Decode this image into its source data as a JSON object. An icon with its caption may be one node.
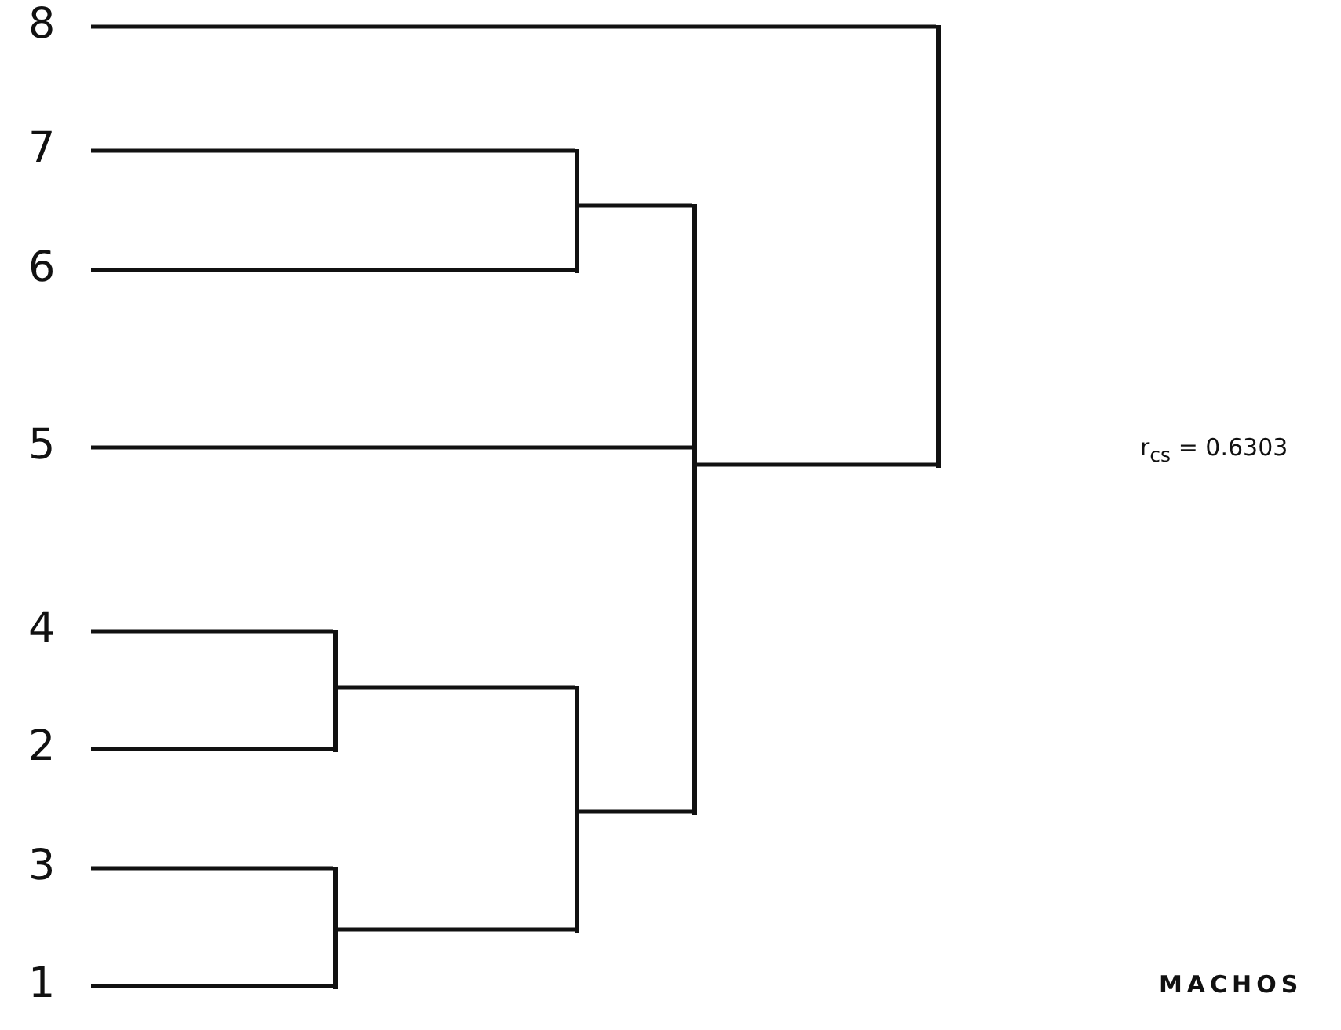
{
  "diagram": {
    "nodes": [
      {
        "text": [
          "8"
        ]
      },
      {
        "text": [
          "7"
        ]
      },
      {
        "text": [
          "6"
        ]
      },
      {
        "text": [
          "5"
        ]
      },
      {
        "text": [
          "4"
        ]
      },
      {
        "text": [
          "2"
        ]
      },
      {
        "text": [
          "3"
        ]
      },
      {
        "text": [
          "1"
        ]
      },
      {
        "text": [],
        "shape": "bar"
      },
      {
        "text": [],
        "shape": "bar"
      },
      {
        "text": [],
        "shape": "bar"
      },
      {
        "text": [],
        "shape": "bar"
      },
      {
        "text": [],
        "shape": "bar"
      },
      {
        "text": [],
        "shape": "bar"
      }
    ],
    "edges": [
      {
        "from": 0,
        "to": 13,
        "arrow": "none"
      },
      {
        "from": 1,
        "to": 8,
        "arrow": "none"
      },
      {
        "from": 2,
        "to": 8,
        "arrow": "none"
      },
      {
        "from": 3,
        "to": 12,
        "arrow": "none"
      },
      {
        "from": 4,
        "to": 9,
        "arrow": "none"
      },
      {
        "from": 5,
        "to": 9,
        "arrow": "none"
      },
      {
        "from": 6,
        "to": 10,
        "arrow": "none"
      },
      {
        "from": 7,
        "to": 10,
        "arrow": "none"
      },
      {
        "from": 8,
        "to": 12,
        "arrow": "none"
      },
      {
        "from": 9,
        "to": 11,
        "arrow": "none"
      },
      {
        "from": 10,
        "to": 11,
        "arrow": "none"
      },
      {
        "from": 11,
        "to": 12,
        "arrow": "none"
      },
      {
        "from": 12,
        "to": 13,
        "arrow": "none"
      }
    ],
    "labels": [
      "r$_{cs}$ = 0.6303",
      "MACHOS"
    ]
  }
}
